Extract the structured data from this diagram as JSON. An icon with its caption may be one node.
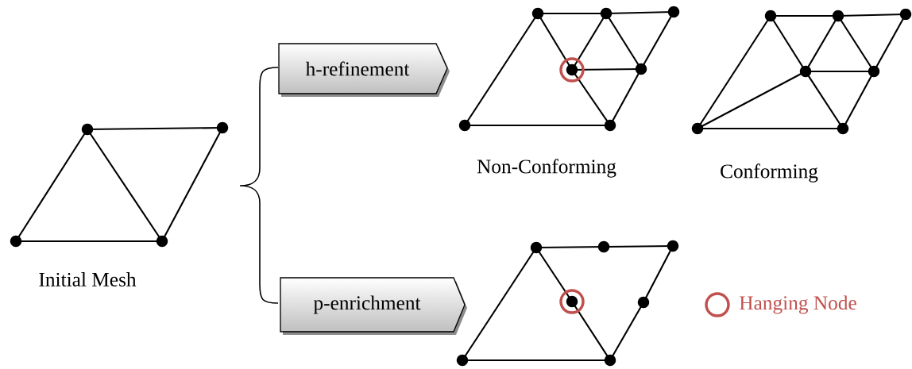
{
  "diagram": {
    "nodes": [
      {
        "text": [
          "h-refinement"
        ]
      },
      {
        "text": [
          "p-enrichment"
        ]
      }
    ],
    "labels": [
      "Initial Mesh",
      "Non-Conforming",
      "Conforming"
    ],
    "legend": [
      {
        "text": "Hanging Node"
      }
    ]
  }
}
